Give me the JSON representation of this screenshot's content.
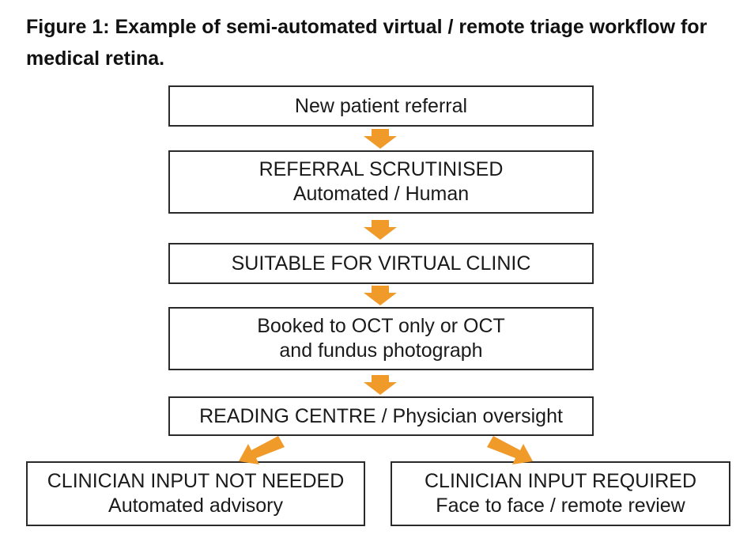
{
  "title": "Figure 1: Example of semi-automated virtual / remote triage workflow for medical retina.",
  "colors": {
    "arrow": "#f09a2a",
    "border": "#2a2a2a",
    "text": "#1a1a1a"
  },
  "nodes": {
    "referral": {
      "line1": "New patient referral"
    },
    "scrutinised": {
      "line1": "REFERRAL SCRUTINISED",
      "line2": "Automated / Human"
    },
    "suitable": {
      "line1": "SUITABLE FOR VIRTUAL CLINIC"
    },
    "booked": {
      "line1": "Booked to OCT only or OCT",
      "line2": "and fundus photograph"
    },
    "reading": {
      "line1": "READING CENTRE / Physician oversight"
    },
    "not_needed": {
      "line1": "CLINICIAN INPUT NOT NEEDED",
      "line2": "Automated advisory"
    },
    "required": {
      "line1": "CLINICIAN INPUT REQUIRED",
      "line2": "Face to face / remote review"
    }
  },
  "edges": [
    {
      "from": "referral",
      "to": "scrutinised"
    },
    {
      "from": "scrutinised",
      "to": "suitable"
    },
    {
      "from": "suitable",
      "to": "booked"
    },
    {
      "from": "booked",
      "to": "reading"
    },
    {
      "from": "reading",
      "to": "not_needed"
    },
    {
      "from": "reading",
      "to": "required"
    }
  ]
}
